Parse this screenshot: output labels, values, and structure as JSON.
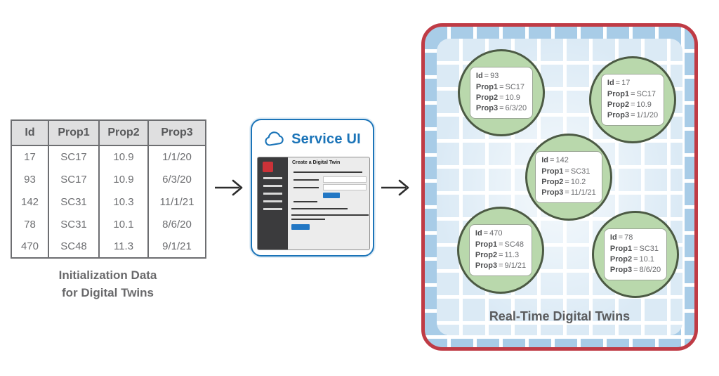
{
  "colors": {
    "accent_blue": "#1b74b8",
    "panel_red": "#bf3b45",
    "tile_blue": "#a8cce7",
    "tile_blue_light": "#cfe3f2",
    "twin_green_fill": "#b9d8ac",
    "twin_green_border": "#4c5a44",
    "button_blue": "#2277c4",
    "logo_red": "#cb3238",
    "text_gray": "#6d6e71",
    "text_dark": "#58595b"
  },
  "source_table": {
    "headers": [
      "Id",
      "Prop1",
      "Prop2",
      "Prop3"
    ],
    "rows": [
      [
        "17",
        "SC17",
        "10.9",
        "1/1/20"
      ],
      [
        "93",
        "SC17",
        "10.9",
        "6/3/20"
      ],
      [
        "142",
        "SC31",
        "10.3",
        "11/1/21"
      ],
      [
        "78",
        "SC31",
        "10.1",
        "8/6/20"
      ],
      [
        "470",
        "SC48",
        "11.3",
        "9/1/21"
      ]
    ],
    "caption_line1": "Initialization Data",
    "caption_line2": "for Digital Twins"
  },
  "service_ui": {
    "title": "Service UI",
    "window_title": "Create a Digital Twin"
  },
  "twins_panel": {
    "caption": "Real-Time Digital Twins",
    "equals_sign": "=",
    "twins": [
      {
        "fields": [
          {
            "label": "Id",
            "value": "93"
          },
          {
            "label": "Prop1",
            "value": "SC17"
          },
          {
            "label": "Prop2",
            "value": "10.9"
          },
          {
            "label": "Prop3",
            "value": "6/3/20"
          }
        ]
      },
      {
        "fields": [
          {
            "label": "Id",
            "value": "17"
          },
          {
            "label": "Prop1",
            "value": "SC17"
          },
          {
            "label": "Prop2",
            "value": "10.9"
          },
          {
            "label": "Prop3",
            "value": "1/1/20"
          }
        ]
      },
      {
        "fields": [
          {
            "label": "Id",
            "value": "142"
          },
          {
            "label": "Prop1",
            "value": "SC31"
          },
          {
            "label": "Prop2",
            "value": "10.2"
          },
          {
            "label": "Prop3",
            "value": "11/1/21"
          }
        ]
      },
      {
        "fields": [
          {
            "label": "Id",
            "value": "470"
          },
          {
            "label": "Prop1",
            "value": "SC48"
          },
          {
            "label": "Prop2",
            "value": "11.3"
          },
          {
            "label": "Prop3",
            "value": "9/1/21"
          }
        ]
      },
      {
        "fields": [
          {
            "label": "Id",
            "value": "78"
          },
          {
            "label": "Prop1",
            "value": "SC31"
          },
          {
            "label": "Prop2",
            "value": "10.1"
          },
          {
            "label": "Prop3",
            "value": "8/6/20"
          }
        ]
      }
    ]
  }
}
